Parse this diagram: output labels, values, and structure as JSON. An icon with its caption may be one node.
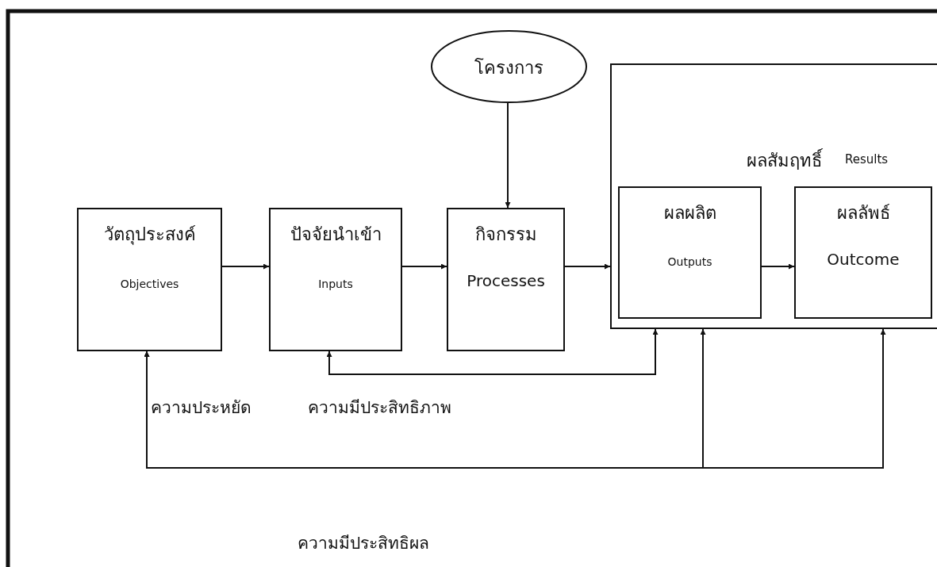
{
  "diagram": {
    "nodes": [
      {
        "text": [
          "วัตถุประสงค์",
          "Objectives"
        ]
      },
      {
        "text": [
          "ปัจจัยนำเข้า",
          "Inputs"
        ]
      },
      {
        "text": [
          "กิจกรรม",
          "Processes"
        ]
      },
      {
        "text": [
          "โครงการ"
        ]
      },
      {
        "text": [
          "ผลสัมฤทธิ์",
          "Results"
        ]
      },
      {
        "text": [
          "ผลผลิต",
          "Outputs"
        ],
        "in": 4
      },
      {
        "text": [
          "ผลลัพธ์",
          "Outcome"
        ],
        "in": 4
      }
    ],
    "edges": [
      {
        "from": 0,
        "to": 1,
        "arrow": "to"
      },
      {
        "from": 1,
        "to": 2,
        "arrow": "to"
      },
      {
        "from": 2,
        "to": 4,
        "arrow": "to"
      },
      {
        "from": 5,
        "to": 6,
        "arrow": "to"
      },
      {
        "from": 3,
        "to": 2,
        "arrow": "to"
      },
      {
        "from": 1,
        "to": 4,
        "arrow": "both"
      },
      {
        "from": 0,
        "to": 4,
        "arrow": "both"
      },
      {
        "from": 0,
        "to": 4,
        "arrow": "both"
      }
    ],
    "labels": [
      "ความประหยัด",
      "ความมีประสิทธิภาพ",
      "ความมีประสิทธิผล"
    ]
  }
}
